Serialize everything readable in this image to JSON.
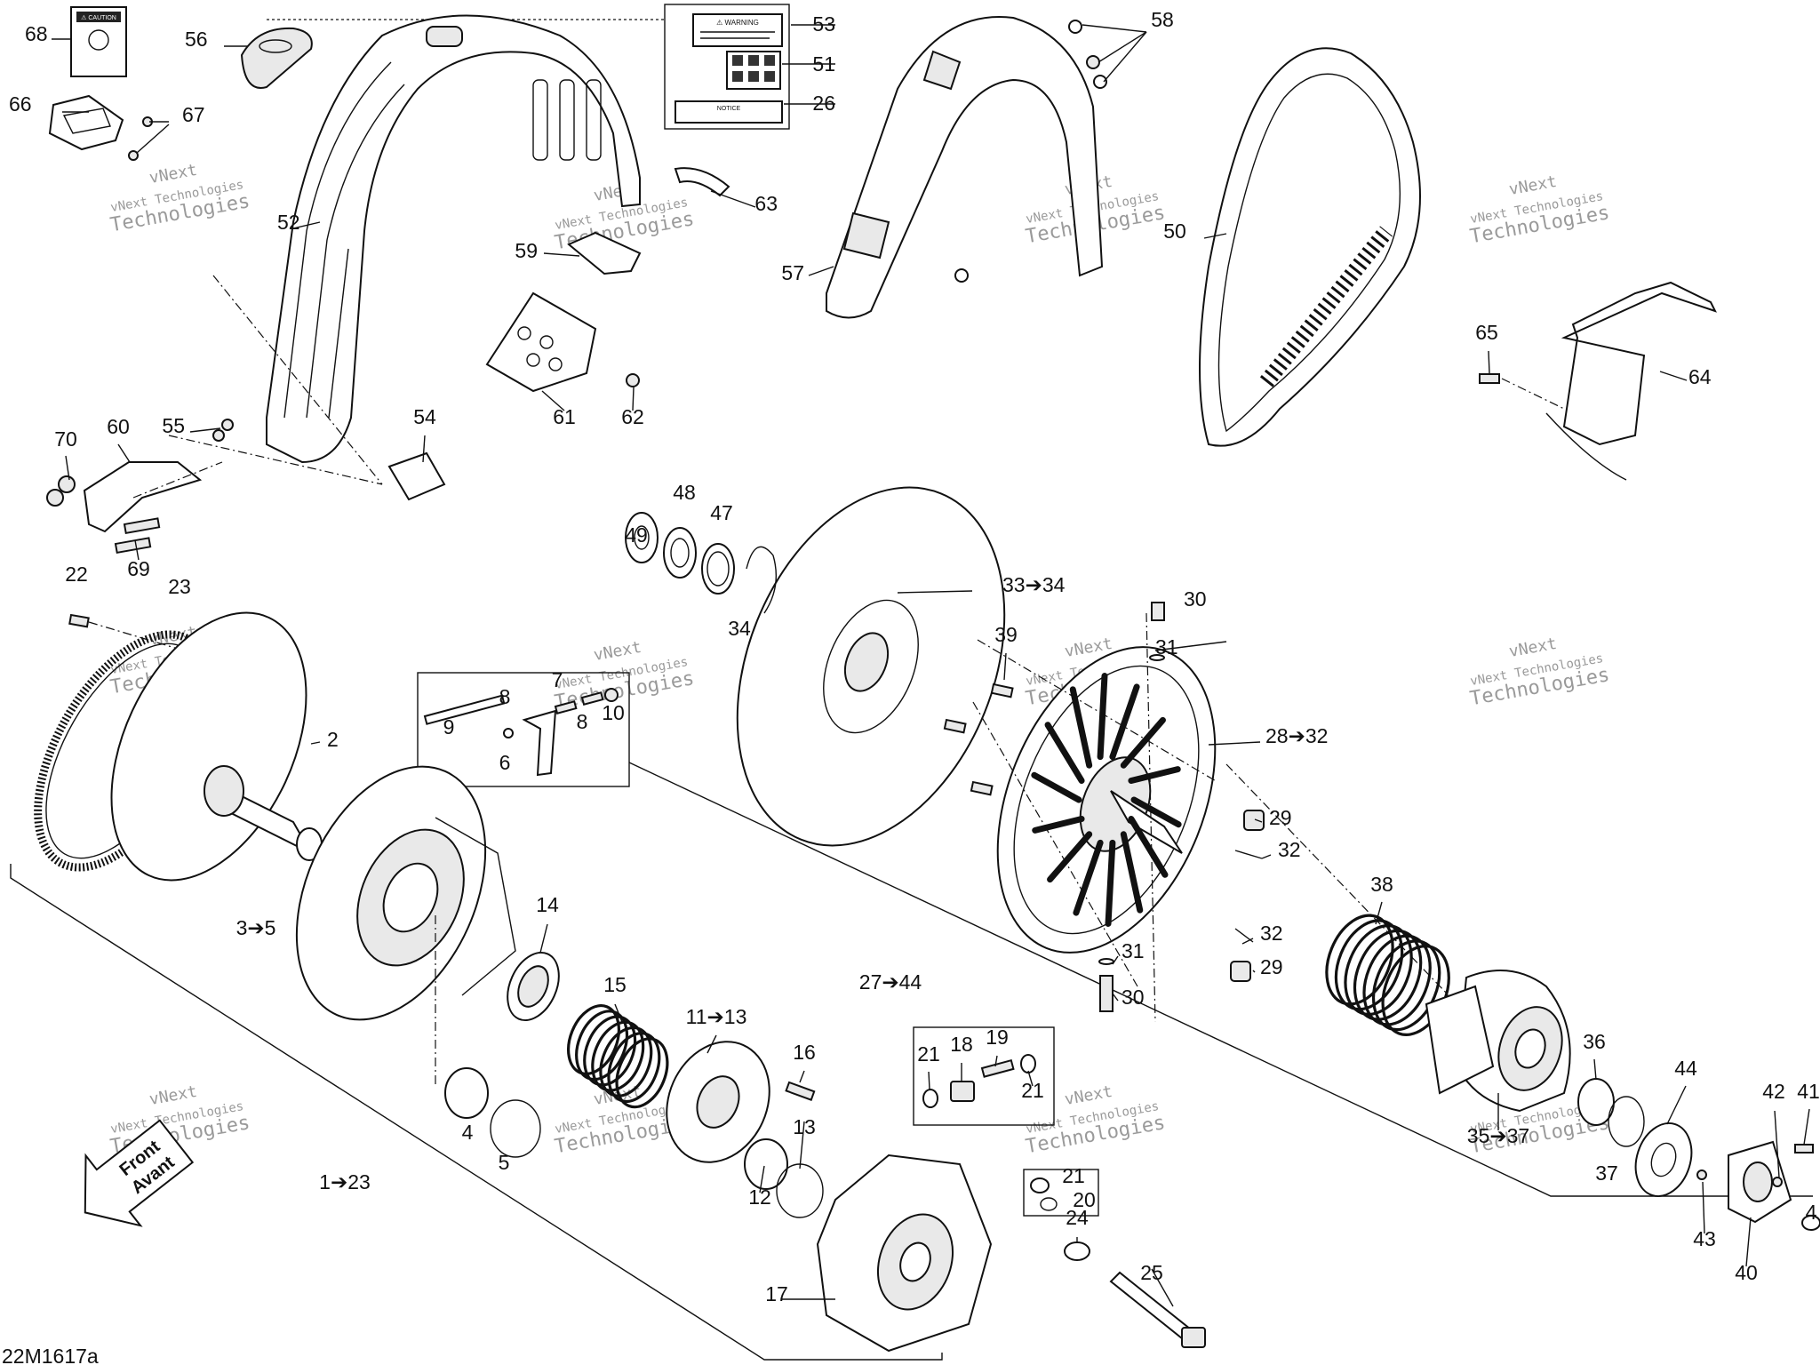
{
  "drawing_code": "22M1617a",
  "front_label": "Front",
  "front_label_fr": "Avant",
  "decal_texts": {
    "caution": "⚠ CAUTION",
    "warning": "⚠ WARNING",
    "notice": "NOTICE"
  },
  "watermarks": [
    {
      "line1": "vNext",
      "line2": "vNext Technologies",
      "line3": "Technologies"
    }
  ],
  "callouts": [
    "68",
    "56",
    "53",
    "51",
    "26",
    "66",
    "67",
    "52",
    "63",
    "59",
    "61",
    "62",
    "58",
    "57",
    "50",
    "65",
    "64",
    "70",
    "60",
    "55",
    "54",
    "69",
    "49",
    "48",
    "47",
    "34",
    "33➔34",
    "22",
    "23",
    "2",
    "9",
    "8",
    "7",
    "8",
    "10",
    "6",
    "30",
    "31",
    "39",
    "28➔32",
    "29",
    "32",
    "32",
    "29",
    "31",
    "30",
    "3➔5",
    "14",
    "15",
    "4",
    "5",
    "1➔23",
    "11➔13",
    "16",
    "13",
    "12",
    "27➔44",
    "21",
    "18",
    "19",
    "21",
    "21",
    "20",
    "17",
    "24",
    "25",
    "38",
    "36",
    "35➔37",
    "37",
    "44",
    "42",
    "41",
    "43",
    "40",
    "4"
  ]
}
